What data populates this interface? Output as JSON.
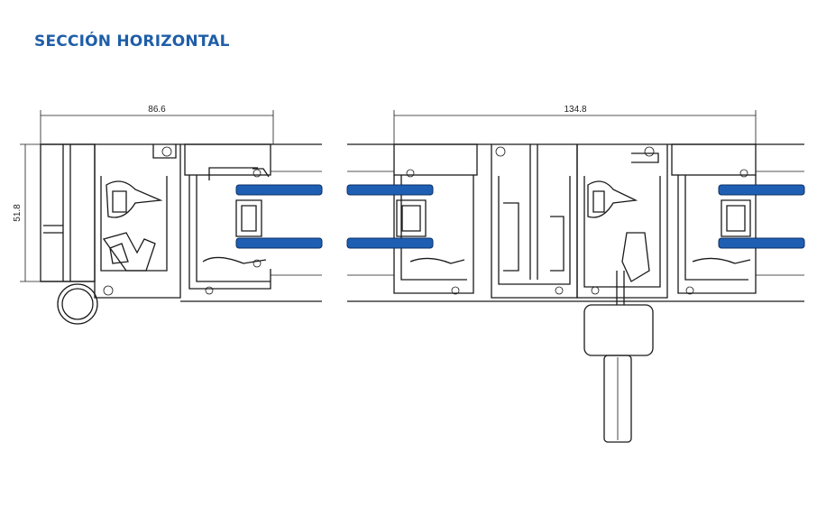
{
  "header": {
    "title": "SECCIÓN HORIZONTAL",
    "title_color": "#1f5ea8"
  },
  "dimensions": {
    "left_width": "86.6",
    "left_height": "51.8",
    "right_width": "134.8"
  },
  "colors": {
    "glass": "#1e5fb4",
    "line": "#1a1a1a"
  }
}
